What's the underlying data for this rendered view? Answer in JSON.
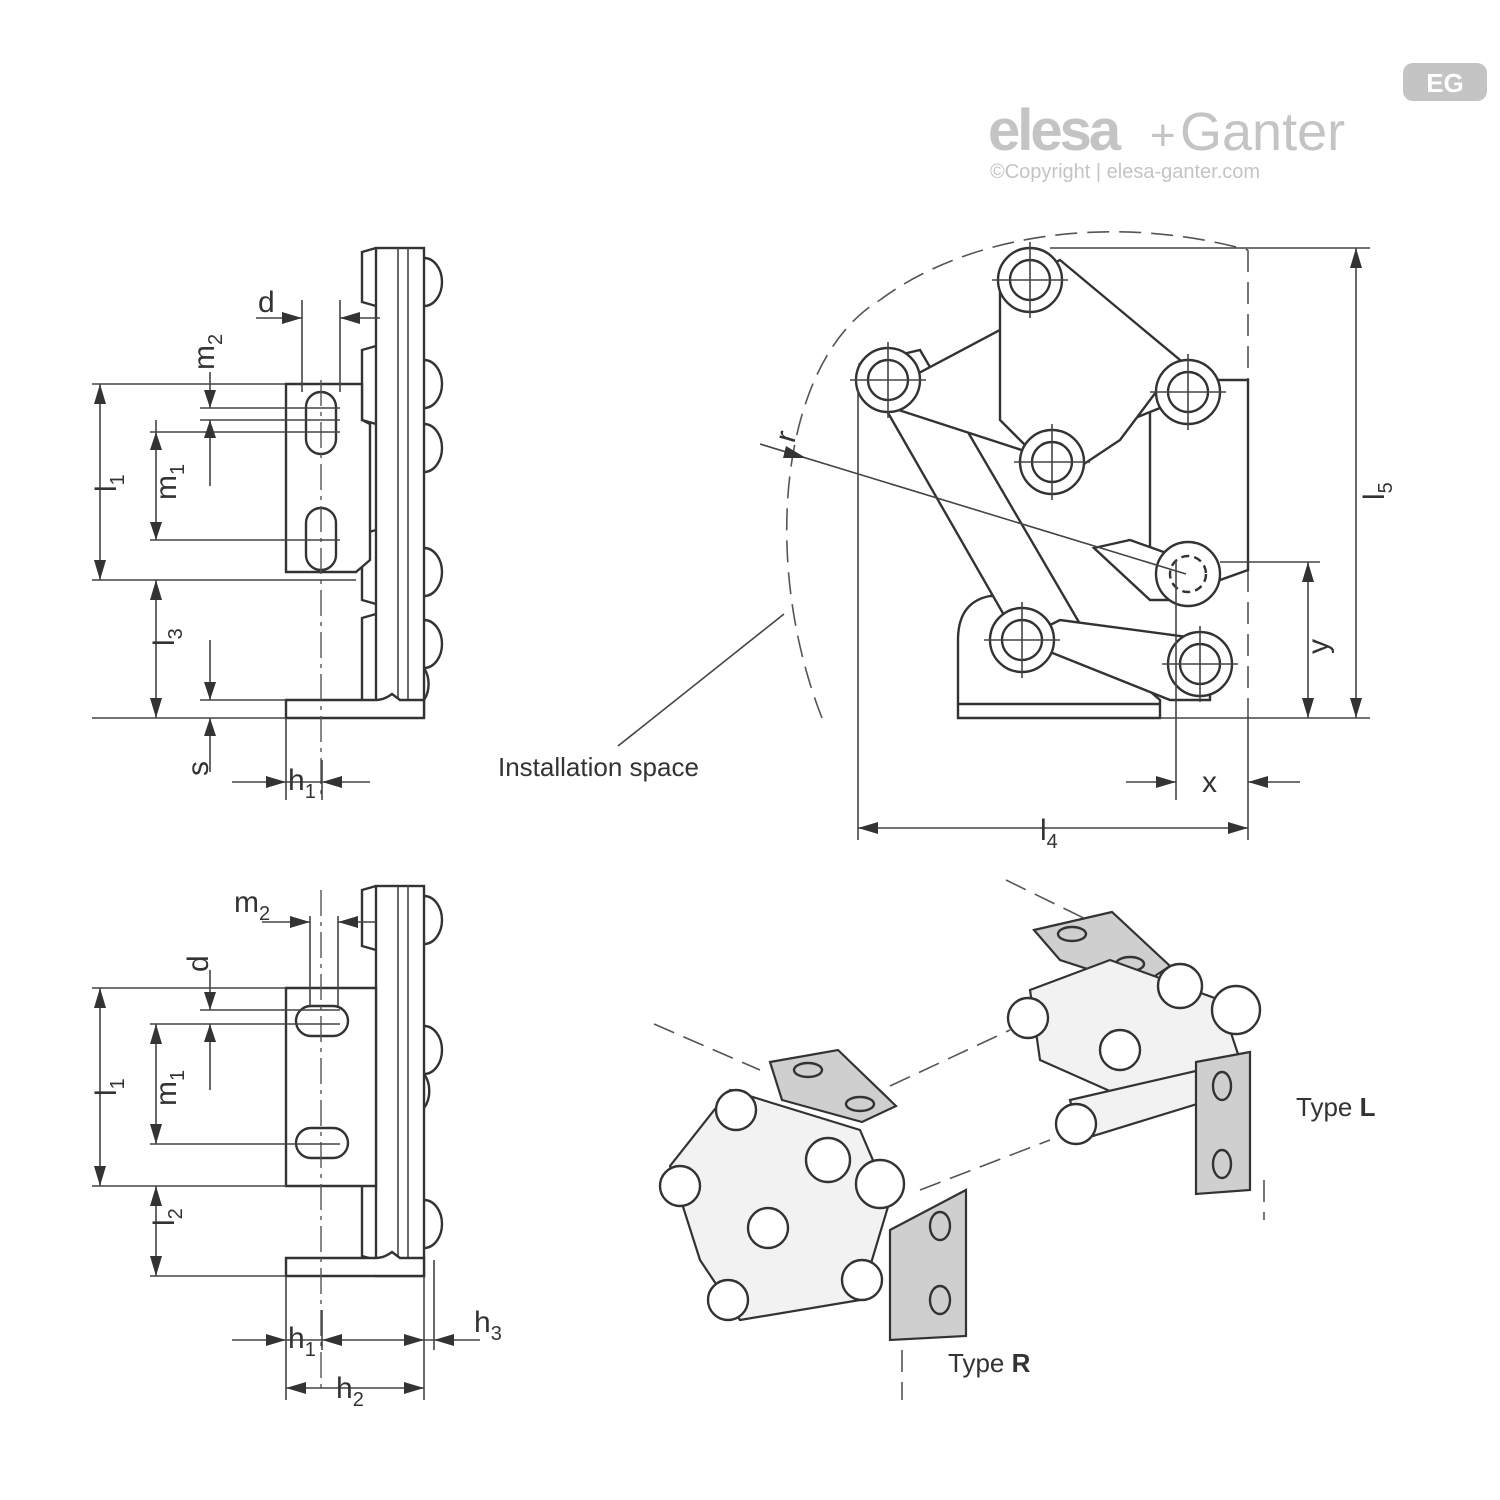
{
  "brand": {
    "logo_left": "elesa",
    "logo_plus": "+",
    "logo_right": "Ganter",
    "copyright": "©Copyright | elesa-ganter.com",
    "badge": "EG"
  },
  "labels": {
    "installation_space": "Installation space",
    "type_l_prefix": "Type ",
    "type_l_letter": "L",
    "type_r_prefix": "Type ",
    "type_r_letter": "R"
  },
  "dimensions": {
    "top_left": {
      "d": "d",
      "m2": {
        "base": "m",
        "sub": "2"
      },
      "l1": {
        "base": "l",
        "sub": "1"
      },
      "m1": {
        "base": "m",
        "sub": "1"
      },
      "l3": {
        "base": "l",
        "sub": "3"
      },
      "s": "s",
      "h1": {
        "base": "h",
        "sub": "1"
      }
    },
    "bottom_left": {
      "m2": {
        "base": "m",
        "sub": "2"
      },
      "d": "d",
      "l1": {
        "base": "l",
        "sub": "1"
      },
      "m1": {
        "base": "m",
        "sub": "1"
      },
      "l2": {
        "base": "l",
        "sub": "2"
      },
      "h1": {
        "base": "h",
        "sub": "1"
      },
      "h3": {
        "base": "h",
        "sub": "3"
      },
      "h2": {
        "base": "h",
        "sub": "2"
      }
    },
    "top_right": {
      "r": "r",
      "l5": {
        "base": "l",
        "sub": "5"
      },
      "y": "y",
      "x": "x",
      "l4": {
        "base": "l",
        "sub": "4"
      }
    }
  }
}
